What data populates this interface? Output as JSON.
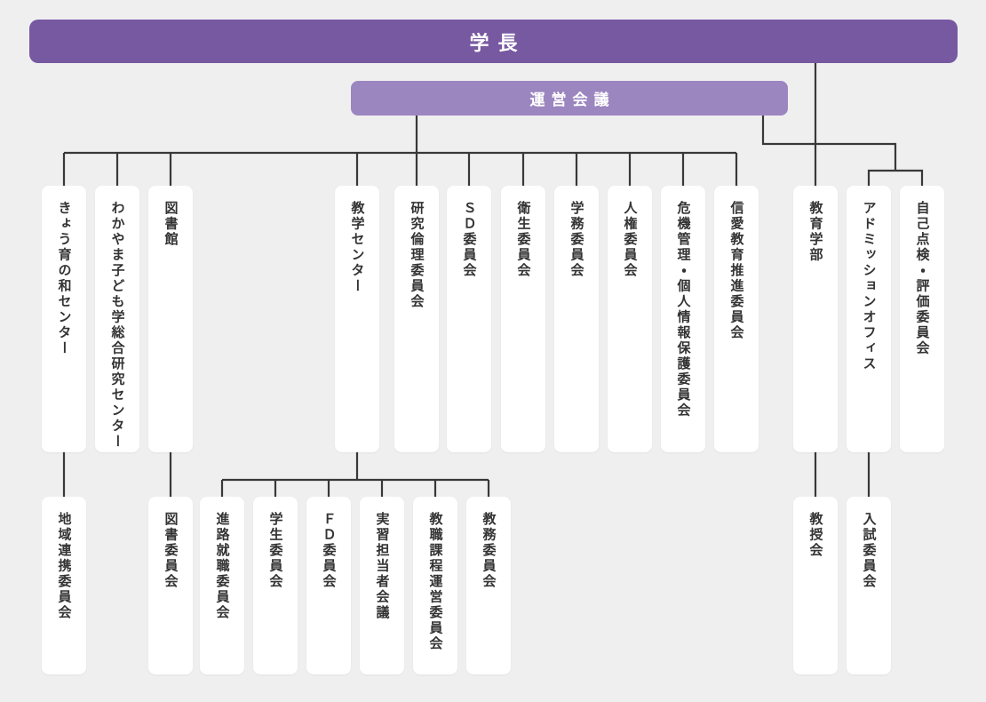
{
  "colors": {
    "page_bg": "#F0EFF0",
    "president_bg": "#7759A1",
    "council_bg": "#9C86BF",
    "node_bg": "#FFFFFF",
    "line": "#383838",
    "text": "#333333",
    "header_text": "#FFFFFF"
  },
  "org": {
    "president": {
      "label": "学長"
    },
    "council": {
      "label": "運営会議"
    },
    "level1": [
      {
        "label": "きょう育の和センター",
        "parent": "運営会議"
      },
      {
        "label": "わかやま子ども学総合研究センター",
        "parent": "運営会議"
      },
      {
        "label": "図書館",
        "parent": "運営会議"
      },
      {
        "label": "教学センター",
        "parent": "運営会議"
      },
      {
        "label": "研究倫理委員会",
        "parent": "運営会議"
      },
      {
        "label": "ＳＤ委員会",
        "parent": "運営会議"
      },
      {
        "label": "衛生委員会",
        "parent": "運営会議"
      },
      {
        "label": "学務委員会",
        "parent": "運営会議"
      },
      {
        "label": "人権委員会",
        "parent": "運営会議"
      },
      {
        "label": "危機管理・個人情報保護委員会",
        "parent": "運営会議"
      },
      {
        "label": "信愛教育推進委員会",
        "parent": "運営会議"
      },
      {
        "label": "教育学部",
        "parent": "学長"
      },
      {
        "label": "アドミッションオフィス",
        "parent": "運営会議"
      },
      {
        "label": "自己点検・評価委員会",
        "parent": "運営会議"
      }
    ],
    "level2": [
      {
        "label": "地域連携委員会",
        "parent": "きょう育の和センター"
      },
      {
        "label": "図書委員会",
        "parent": "図書館"
      },
      {
        "label": "進路就職委員会",
        "parent": "教学センター"
      },
      {
        "label": "学生委員会",
        "parent": "教学センター"
      },
      {
        "label": "ＦＤ委員会",
        "parent": "教学センター"
      },
      {
        "label": "実習担当者会議",
        "parent": "教学センター"
      },
      {
        "label": "教職課程運営委員会",
        "parent": "教学センター"
      },
      {
        "label": "教務委員会",
        "parent": "教学センター"
      },
      {
        "label": "教授会",
        "parent": "教育学部"
      },
      {
        "label": "入試委員会",
        "parent": "アドミッションオフィス"
      }
    ]
  }
}
